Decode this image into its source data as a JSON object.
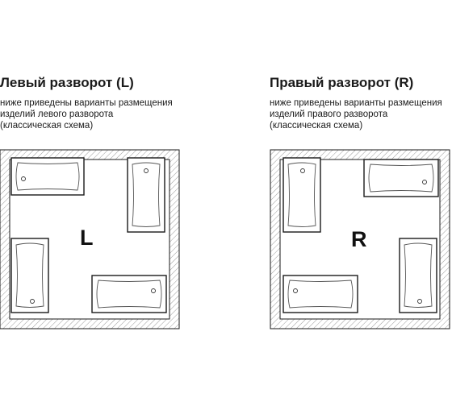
{
  "panels": [
    {
      "title": "Левый разворот (L)",
      "description": [
        "ниже приведены варианты размещения",
        "изделий левого разворота",
        "(классическая схема)"
      ],
      "letter": "L"
    },
    {
      "title": "Правый разворот (R)",
      "description": [
        "ниже приведены варианты размещения",
        "изделий правого разворота",
        "(классическая схема)"
      ],
      "letter": "R"
    }
  ],
  "colors": {
    "wall_hatch": "#9a9a9a",
    "outline": "#1a1a1a",
    "tub_inner": "#555555"
  },
  "icons": [
    "bathtub-icon",
    "drain-hole-icon"
  ]
}
